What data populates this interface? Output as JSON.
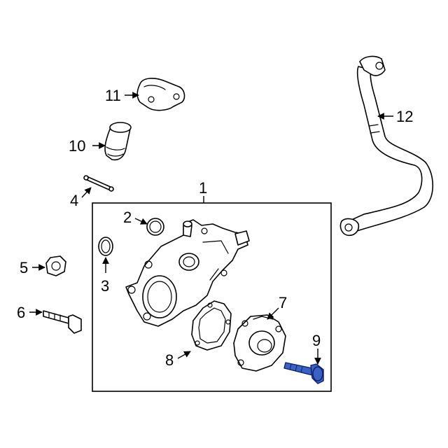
{
  "callouts": {
    "c1": "1",
    "c2": "2",
    "c3": "3",
    "c4": "4",
    "c5": "5",
    "c6": "6",
    "c7": "7",
    "c8": "8",
    "c9": "9",
    "c10": "10",
    "c11": "11",
    "c12": "12"
  },
  "highlighted_part": "9",
  "colors": {
    "highlight_fill": "#3a62c4",
    "highlight_stroke": "#0c1f6b",
    "line": "#000000",
    "background": "#ffffff"
  }
}
